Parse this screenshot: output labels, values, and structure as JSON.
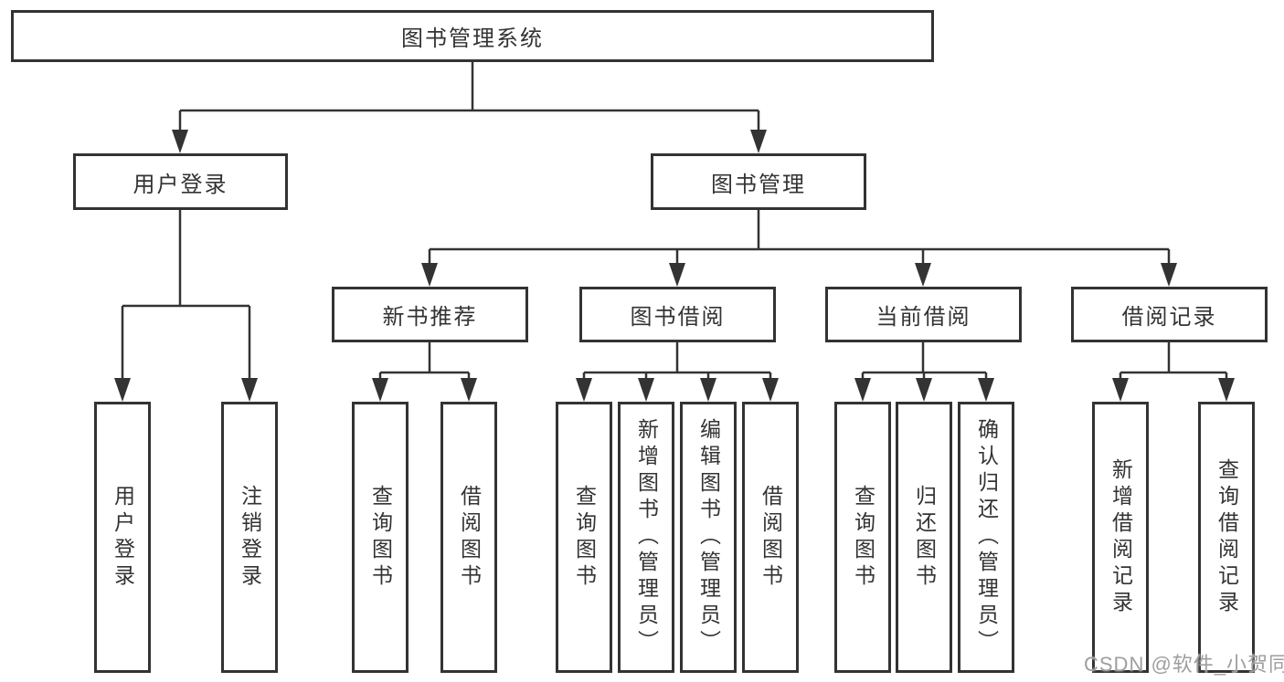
{
  "colors": {
    "line": "#333333",
    "box_border": "#333333",
    "text": "#333333",
    "watermark_text_color": "#9e9e9e",
    "background": "#ffffff"
  },
  "watermark": {
    "text": "CSDN @软件_小贺同学"
  },
  "tree": {
    "root": {
      "label": "图书管理系统",
      "children": [
        {
          "label": "用户登录",
          "children": [
            {
              "label": "用户登录"
            },
            {
              "label": "注销登录"
            }
          ]
        },
        {
          "label": "图书管理",
          "children": [
            {
              "label": "新书推荐",
              "children": [
                {
                  "label": "查询图书"
                },
                {
                  "label": "借阅图书"
                }
              ]
            },
            {
              "label": "图书借阅",
              "children": [
                {
                  "label": "查询图书"
                },
                {
                  "label": "新增图书（管理员）"
                },
                {
                  "label": "编辑图书（管理员）"
                },
                {
                  "label": "借阅图书"
                }
              ]
            },
            {
              "label": "当前借阅",
              "children": [
                {
                  "label": "查询图书"
                },
                {
                  "label": "归还图书"
                },
                {
                  "label": "确认归还（管理员）"
                }
              ]
            },
            {
              "label": "借阅记录",
              "children": [
                {
                  "label": "新增借阅记录"
                },
                {
                  "label": "查询借阅记录"
                }
              ]
            }
          ]
        }
      ]
    }
  }
}
